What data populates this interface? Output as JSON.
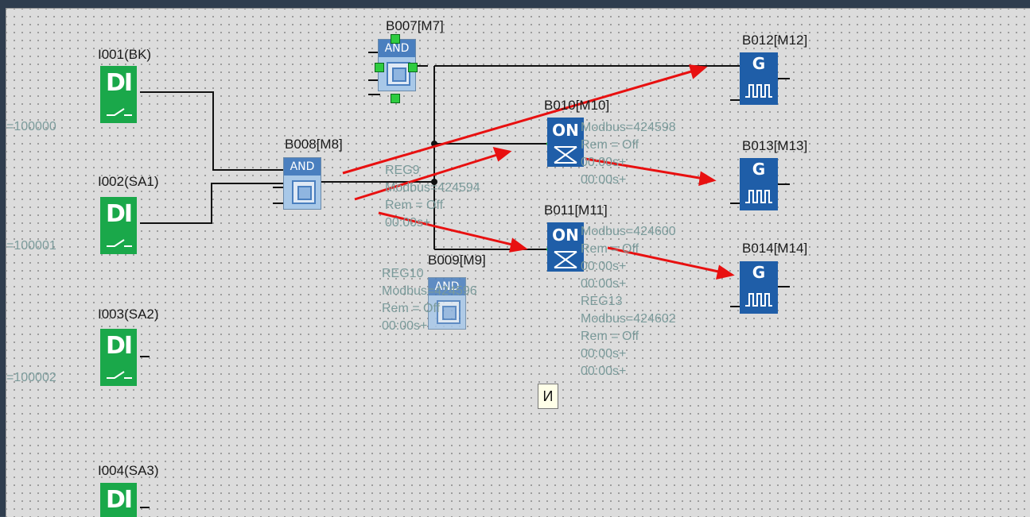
{
  "inputs": [
    {
      "id": "i1",
      "label": "I001(BK)",
      "address": "=100000",
      "glyph": "DI"
    },
    {
      "id": "i2",
      "label": "I002(SA1)",
      "address": "=100001",
      "glyph": "DI"
    },
    {
      "id": "i3",
      "label": "I003(SA2)",
      "address": "=100002",
      "glyph": "DI"
    },
    {
      "id": "i4",
      "label": "I004(SA3)",
      "address": "",
      "glyph": "DI"
    }
  ],
  "blocks": {
    "b007": {
      "label": "B007[M7]",
      "glyph": "AND"
    },
    "b008": {
      "label": "B008[M8]",
      "glyph": "AND"
    },
    "b009": {
      "label": "B009[M9]",
      "glyph": "AND"
    },
    "b010": {
      "label": "B010[M10]",
      "glyph": "ON",
      "lines": [
        "Modbus=424598",
        "Rem = Off",
        "00:00s+",
        "00:00s+"
      ]
    },
    "b011": {
      "label": "B011[M11]",
      "glyph": "ON",
      "lines": [
        "Modbus=424600",
        "Rem = Off",
        "00:00s+",
        "00:00s+"
      ]
    },
    "b012": {
      "label": "B012[M12]",
      "glyph": "G"
    },
    "b013": {
      "label": "B013[M13]",
      "glyph": "G"
    },
    "b014": {
      "label": "B014[M14]",
      "glyph": "G"
    }
  },
  "b008_props": [
    "REG9",
    "Modbus=424594",
    "Rem = Off",
    "00:00s+"
  ],
  "b009_props": [
    "REG10",
    "Modbus=424596",
    "Rem = Off",
    "00:00s+"
  ],
  "b011_extra": [
    "REG13",
    "Modbus=424602",
    "Rem = Off",
    "00:00s+",
    "00:00s+"
  ],
  "tooltip": "И",
  "colors": {
    "input_block": "#1aa84a",
    "logic_block": "#1f5ea8",
    "annotation_arrow": "#e81010",
    "wire": "#111111"
  }
}
